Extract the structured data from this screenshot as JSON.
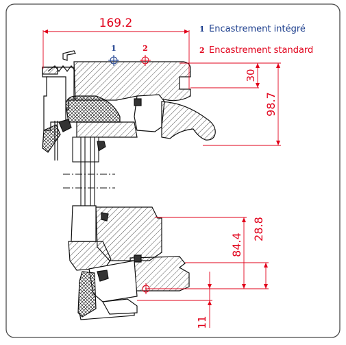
{
  "dimensions": {
    "total_width": "169.2",
    "top_depth": "30",
    "handle_height": "98.7",
    "lower_depth": "28.8",
    "lower_height": "84.4",
    "bottom_offset": "11"
  },
  "legend": [
    {
      "marker": "1",
      "label": "Encastrement intégré",
      "color": "#1a3c8c"
    },
    {
      "marker": "2",
      "label": "Encastrement standard",
      "color": "#e1001a"
    }
  ],
  "markers": {
    "integrated": "1",
    "standard": "2"
  },
  "colors": {
    "dimension": "#e1001a",
    "integrated": "#1a3c8c",
    "frame": "#4a4a4a"
  }
}
